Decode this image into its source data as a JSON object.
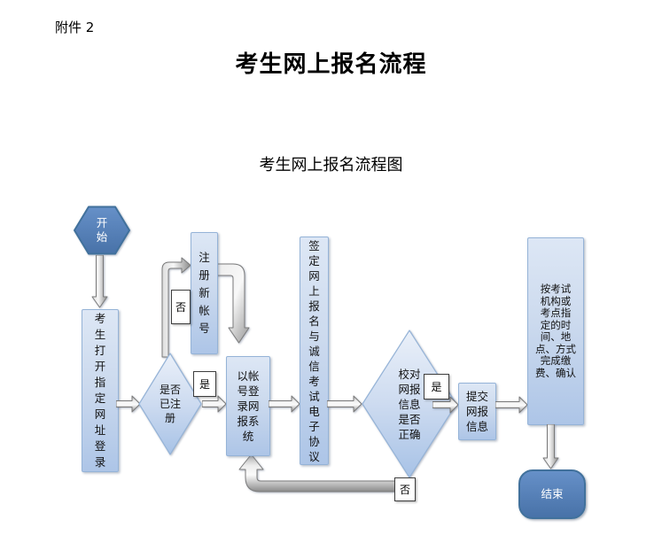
{
  "page": {
    "attachment_label": "附件 2",
    "title": "考生网上报名流程",
    "subtitle": "考生网上报名流程图"
  },
  "flowchart": {
    "nodes": {
      "start": {
        "type": "terminal",
        "label": "开\n始"
      },
      "open_site": {
        "type": "process",
        "label": "考\n生\n打\n开\n指\n定\n网\n址\n登\n录"
      },
      "is_registered": {
        "type": "decision",
        "label": "是否\n已注\n册"
      },
      "register_account": {
        "type": "process",
        "label": "注\n册\n新\n帐\n号"
      },
      "login_system": {
        "type": "process",
        "label": "以帐\n号登\n录网\n报系\n统"
      },
      "sign_agreement": {
        "type": "process",
        "label": "签\n定\n网\n上\n报\n名\n与\n诚\n信\n考\n试\n电\n子\n协\n议"
      },
      "verify_info": {
        "type": "decision",
        "label": "校对\n网报\n信息\n是否\n正确"
      },
      "submit_info": {
        "type": "process",
        "label": "提交\n网报\n信息"
      },
      "pay_confirm": {
        "type": "process",
        "label": "按考试\n机构或\n考点指\n定的时\n间、地\n点、方式\n完成缴\n费、确认"
      },
      "end": {
        "type": "terminal",
        "label": "结束"
      }
    },
    "edge_labels": {
      "registered_yes": "是",
      "registered_no": "否",
      "verify_yes": "是",
      "verify_no": "否"
    },
    "colors": {
      "process_fill_top": "#dde7f5",
      "process_fill_bottom": "#adc5e7",
      "process_border": "#95b3d7",
      "terminal_fill": "#4f81bd",
      "terminal_border": "#41719c",
      "arrow_fill": "#ededed",
      "arrow_border": "#7a7a7a",
      "text": "#111111"
    }
  }
}
